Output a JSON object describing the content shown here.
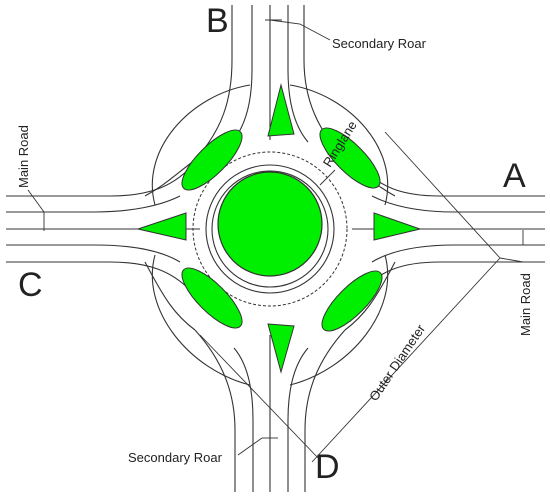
{
  "labels": {
    "north": "B",
    "east": "A",
    "west": "C",
    "south": "D",
    "secondary_top": "Secondary Roar",
    "secondary_bottom": "Secondary Roar",
    "main_road_left": "Main Road",
    "main_road_right": "Main Road",
    "ringlane": "Ringlane",
    "outer_diameter": "Outer Diameter"
  },
  "colors": {
    "island_fill": "#00ee00",
    "line": "#333333",
    "background": "#ffffff"
  }
}
